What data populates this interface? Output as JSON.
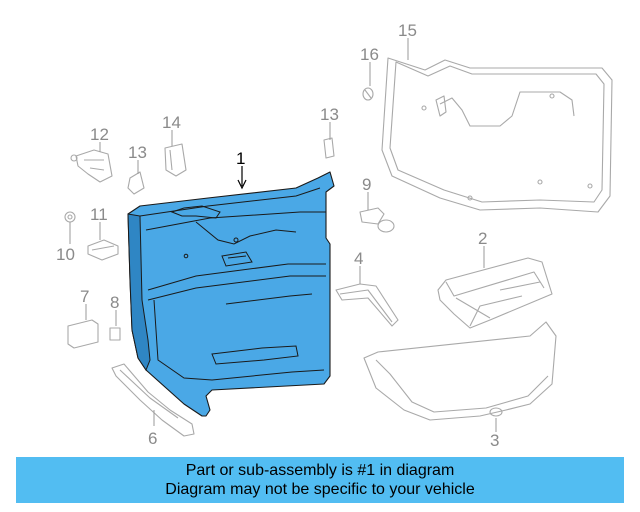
{
  "colors": {
    "highlight": "#4aa8e6",
    "highlight_dark": "#2f86c4",
    "banner": "#52bdf2",
    "faded_line": "#a9a9a9"
  },
  "callouts": {
    "c1": "1",
    "c2": "2",
    "c3": "3",
    "c4": "4",
    "c6": "6",
    "c7": "7",
    "c8": "8",
    "c9": "9",
    "c10": "10",
    "c11": "11",
    "c12": "12",
    "c13a": "13",
    "c13b": "13",
    "c14": "14",
    "c15": "15",
    "c16": "16"
  },
  "banner": {
    "line1": "Part or sub-assembly is #1 in diagram",
    "line2": "Diagram may not be specific to your vehicle"
  }
}
